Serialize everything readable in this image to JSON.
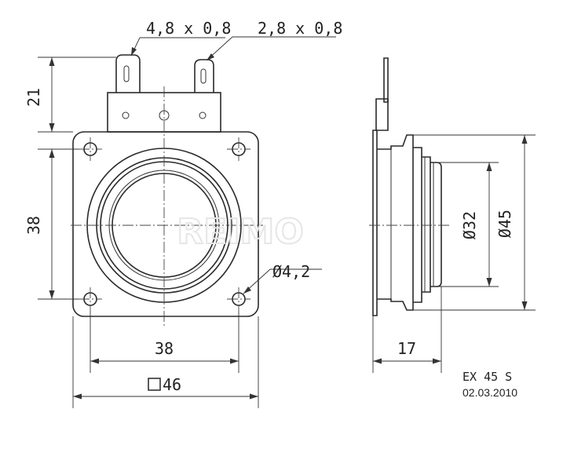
{
  "dimensions": {
    "terminal_wide": "4,8 x 0,8",
    "terminal_narrow": "2,8 x 0,8",
    "terminal_height": "21",
    "hole_spacing_vertical": "38",
    "hole_diameter": "Ø4,2",
    "hole_spacing_horizontal": "38",
    "frame_square": "46",
    "depth": "17",
    "inner_diameter": "Ø32",
    "outer_diameter": "Ø45"
  },
  "watermark": "REIMO",
  "model": "EX 45 S",
  "date": "02.03.2010"
}
